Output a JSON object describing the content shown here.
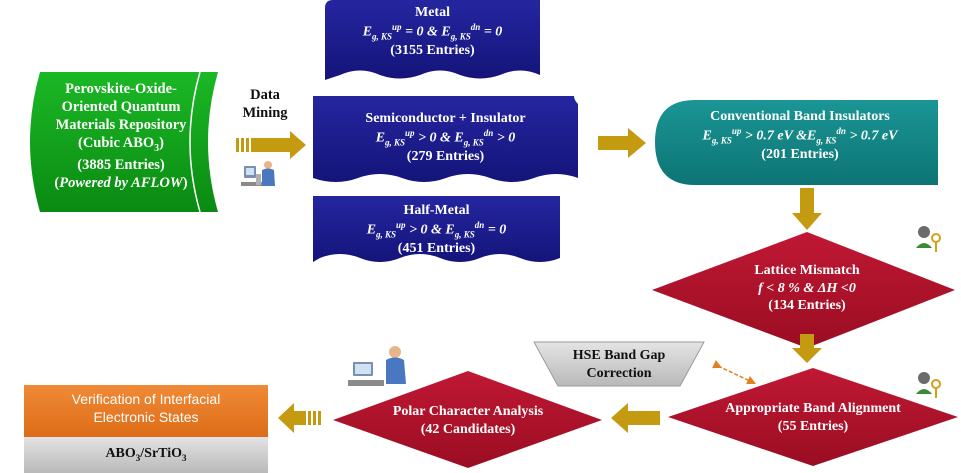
{
  "repository": {
    "line1": "Perovskite-Oxide-",
    "line2": "Oriented Quantum",
    "line3": "Materials Repository",
    "line4": "(Cubic ABO",
    "line4_sub": "3",
    "line4_end": ")",
    "line5": "(3885 Entries)",
    "line6_pre": "(",
    "line6_italic": "Powered by AFLOW",
    "line6_post": ")"
  },
  "data_mining": {
    "line1": "Data",
    "line2": "Mining"
  },
  "metal": {
    "title": "Metal",
    "formula": "E_g,KS^up = 0 & E_g,KS^dn = 0",
    "entries": "(3155 Entries)"
  },
  "semiconductor": {
    "title": "Semiconductor + Insulator",
    "formula": "E_g,KS^up > 0 & E_g,KS^dn > 0",
    "entries": "(279 Entries)"
  },
  "half_metal": {
    "title": "Half-Metal",
    "formula": "E_g,KS^up > 0 & E_g,KS^dn = 0",
    "entries": "(451 Entries)"
  },
  "band_insulators": {
    "title": "Conventional Band Insulators",
    "formula": "E_g,KS^up > 0.7 eV &E_g,KS^dn > 0.7 eV",
    "entries": "(201 Entries)"
  },
  "lattice": {
    "title": "Lattice Mismatch",
    "formula": "f < 8 % & ΔH <0",
    "entries": "(134 Entries)"
  },
  "band_alignment": {
    "title": "Appropriate Band Alignment",
    "entries": "(55 Entries)"
  },
  "hse": {
    "line1": "HSE Band Gap",
    "line2": "Correction"
  },
  "polar": {
    "title": "Polar Character Analysis",
    "entries": "(42 Candidates)"
  },
  "verification": {
    "line1": "Verification of Interfacial",
    "line2": "Electronic States",
    "interface": "ABO",
    "interface_sub1": "3",
    "interface_mid": "/SrTiO",
    "interface_sub2": "3"
  },
  "colors": {
    "green": "#0fa31a",
    "navy": "#1d1d8e",
    "teal": "#138686",
    "crimson": "#b2122a",
    "gold": "#c49a10",
    "orange": "#ea7b25",
    "gray": "#c7c7c7"
  }
}
